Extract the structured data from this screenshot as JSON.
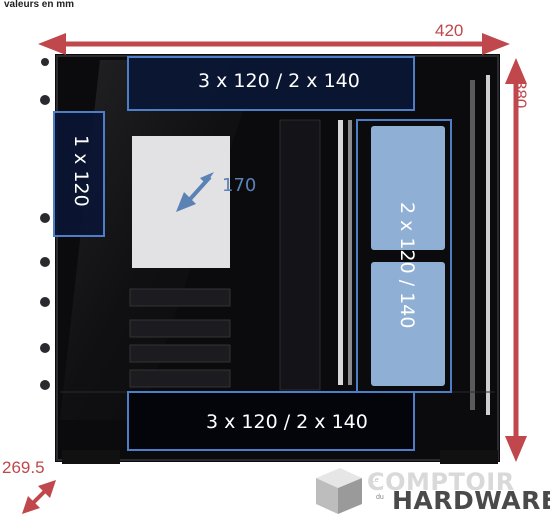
{
  "units_note": "valeurs en mm",
  "dimensions": {
    "width": "420",
    "height": "380",
    "depth": "269.5",
    "glass_diag": "170"
  },
  "fan_zones": {
    "top": "3 x 120 / 2 x 140",
    "bottom": "3 x 120 / 2 x 140",
    "rear": "1 x 120",
    "side": "2 x 120 / 140"
  },
  "watermark": {
    "prefix": "Le",
    "line1": "COMPTOIR",
    "du": "du",
    "line2": "HARDWARE"
  },
  "colors": {
    "dimension_arrow": "#c0474b",
    "zone_border": "#4d7fc8",
    "zone_fill_light": "#8fafd4",
    "zone_fill_dark": "#0b1634",
    "case_body": "#0b0b0d"
  }
}
